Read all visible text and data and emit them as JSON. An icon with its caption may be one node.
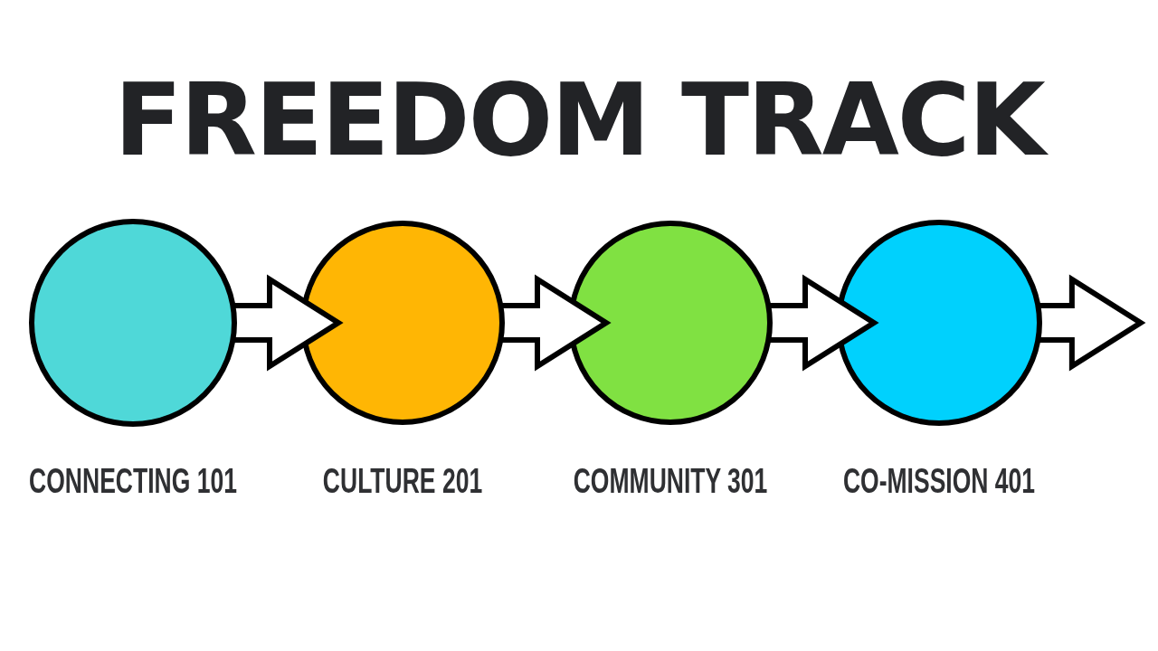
{
  "diagram": {
    "title": "FREEDOM TRACK",
    "nodes": [
      {
        "text": [],
        "shape": "circle",
        "beside": [
          "CONNECTING 101"
        ]
      },
      {
        "text": [],
        "shape": "circle",
        "beside": [
          "CULTURE 201"
        ]
      },
      {
        "text": [],
        "shape": "circle",
        "beside": [
          "COMMUNITY 301"
        ]
      },
      {
        "text": [],
        "shape": "circle",
        "beside": [
          "CO-MISSION 401"
        ]
      }
    ],
    "edges": [
      {
        "from": 0,
        "to": 1,
        "arrow": "to"
      },
      {
        "from": 1,
        "to": 2,
        "arrow": "to"
      },
      {
        "from": 2,
        "to": 3,
        "arrow": "to"
      },
      {
        "from": 3,
        "to": null,
        "arrow": "to"
      }
    ]
  }
}
